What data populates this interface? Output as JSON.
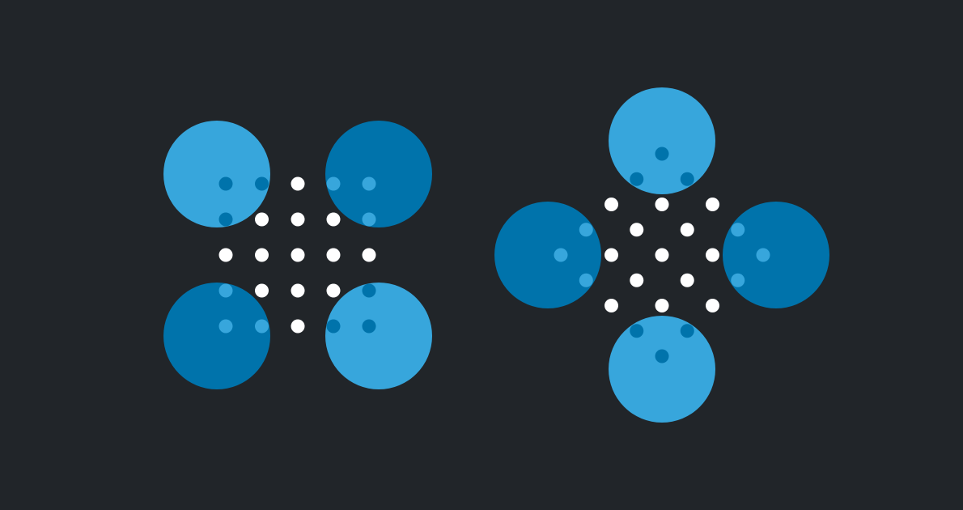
{
  "colors": {
    "background": "#212529",
    "light_blue": "#37A6DC",
    "dark_blue": "#0073AB",
    "white": "#FFFFFF"
  },
  "graphics": [
    {
      "name": "square-grid-pattern",
      "big_circles": 4,
      "grid_dots": 25
    },
    {
      "name": "diamond-grid-pattern",
      "big_circles": 4,
      "grid_dots": 25
    }
  ]
}
